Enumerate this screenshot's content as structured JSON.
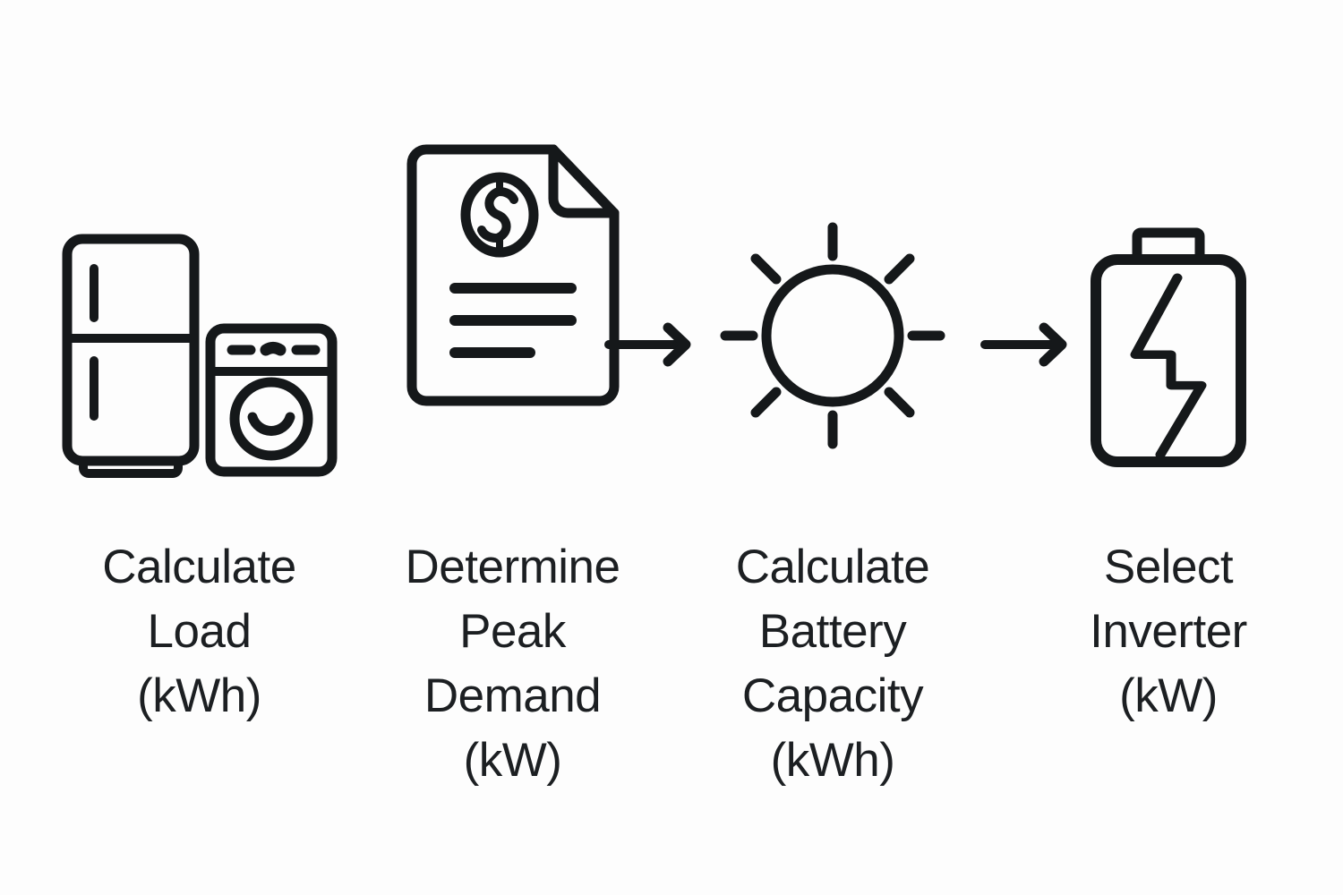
{
  "diagram": {
    "type": "process-flow",
    "title": "",
    "background_color": "#fdfdfd",
    "stroke_color": "#15181a",
    "text_color": "#1c1f22",
    "orientation": "horizontal",
    "step_count": 4,
    "arrow_count": 2
  },
  "steps": [
    {
      "index": 1,
      "icon": "appliances-fridge-washer-icon",
      "icon_parts": [
        "refrigerator-icon",
        "washing-machine-icon"
      ],
      "label": "Calculate\nLoad\n(kWh)",
      "label_lines": [
        "Calculate",
        "Load",
        "(kWh)"
      ],
      "unit": "kWh"
    },
    {
      "index": 2,
      "icon": "invoice-dollar-document-icon",
      "icon_parts": [
        "document-icon",
        "dollar-circle-icon",
        "text-lines"
      ],
      "label": "Determine\nPeak\nDemand\n(kW)",
      "label_lines": [
        "Determine",
        "Peak",
        "Demand",
        "(kW)"
      ],
      "unit": "kW"
    },
    {
      "index": 3,
      "icon": "sun-icon",
      "icon_parts": [
        "sun-circle",
        "sun-rays"
      ],
      "label": "Calculate\nBattery\nCapacity\n(kWh)",
      "label_lines": [
        "Calculate",
        "Battery",
        "Capacity",
        "(kWh)"
      ],
      "unit": "kWh"
    },
    {
      "index": 4,
      "icon": "battery-bolt-icon",
      "icon_parts": [
        "battery-icon",
        "lightning-bolt-icon"
      ],
      "label": "Select\nInverter\n(kW)",
      "label_lines": [
        "Select",
        "Inverter",
        "(kW)"
      ],
      "unit": "kW"
    }
  ],
  "arrows": [
    {
      "index": 1,
      "from_step": 1,
      "to_step": 2,
      "glyph": "arrow-right-icon"
    },
    {
      "index": 2,
      "from_step": 3,
      "to_step": 4,
      "glyph": "arrow-right-icon"
    }
  ]
}
